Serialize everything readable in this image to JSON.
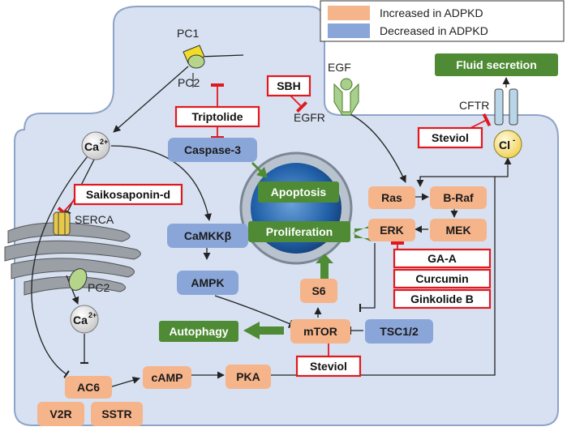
{
  "legend": {
    "increased_label": "Increased in ADPKD",
    "decreased_label": "Decreased in ADPKD",
    "increased_color": "#f5b48a",
    "decreased_color": "#8aa6d9"
  },
  "colors": {
    "cell_fill": "#d7e1f1",
    "cell_stroke": "#8ea3c8",
    "outcome_green": "#4e8b34",
    "inhibitor_red": "#e0191f",
    "increased": "#f5b48a",
    "decreased": "#8aa6d9"
  },
  "labels": {
    "pc1": "PC1",
    "pc2_top": "PC2",
    "egf": "EGF",
    "egfr": "EGFR",
    "serca": "SERCA",
    "pc2_er": "PC2",
    "cftr": "CFTR",
    "ca_top_main": "Ca",
    "ca_top_sup": "2+",
    "ca_bottom_main": "Ca",
    "ca_bottom_sup": "2+",
    "cl_main": "Cl",
    "cl_sup": "-"
  },
  "nodes": {
    "caspase3": "Caspase-3",
    "camkkb": "CaMKKβ",
    "ampk": "AMPK",
    "ras": "Ras",
    "braf": "B-Raf",
    "erk": "ERK",
    "mek": "MEK",
    "s6": "S6",
    "mtor": "mTOR",
    "tsc": "TSC1/2",
    "camp": "cAMP",
    "pka": "PKA",
    "ac6": "AC6",
    "v2r": "V2R",
    "sstr": "SSTR"
  },
  "outcomes": {
    "apoptosis": "Apoptosis",
    "proliferation": "Proliferation",
    "autophagy": "Autophagy",
    "fluid_secretion": "Fluid secretion"
  },
  "inhibitors": {
    "sbh": "SBH",
    "triptolide": "Triptolide",
    "saikosaponin": "Saikosaponin-d",
    "steviol_cftr": "Steviol",
    "ga_a": "GA-A",
    "curcumin": "Curcumin",
    "ginkolide": "Ginkolide B",
    "steviol_mtor": "Steviol"
  }
}
